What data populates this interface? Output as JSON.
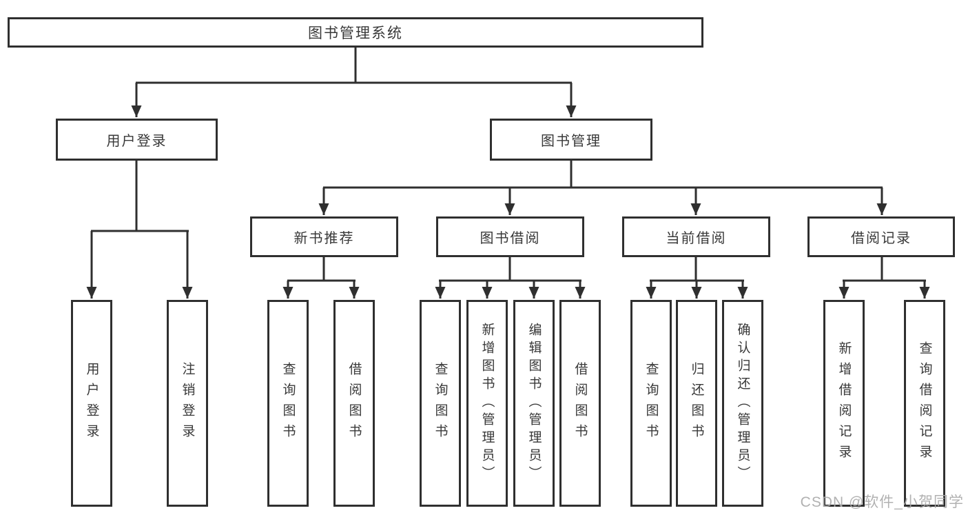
{
  "root": {
    "label": "图书管理系统"
  },
  "branches": {
    "user_login": {
      "label": "用户登录",
      "children": [
        "用户登录",
        "注销登录"
      ]
    },
    "book_mgmt": {
      "label": "图书管理",
      "sections": [
        {
          "label": "新书推荐",
          "children": [
            "查询图书",
            "借阅图书"
          ]
        },
        {
          "label": "图书借阅",
          "children": [
            "查询图书",
            "新增图书（管理员）",
            "编辑图书（管理员）",
            "借阅图书"
          ]
        },
        {
          "label": "当前借阅",
          "children": [
            "查询图书",
            "归还图书",
            "确认归还（管理员）"
          ]
        },
        {
          "label": "借阅记录",
          "children": [
            "新增借阅记录",
            "查询借阅记录"
          ]
        }
      ]
    }
  },
  "watermark": "CSDN @软件_小贺同学",
  "colors": {
    "line": "#2f2f2f",
    "border": "#2f2f2f",
    "text": "#383838",
    "watermark": "#aaaaaa",
    "background": "#ffffff"
  }
}
